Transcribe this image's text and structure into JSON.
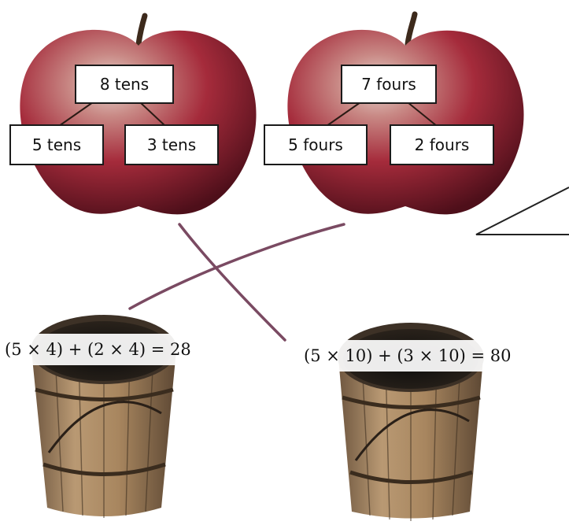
{
  "apples": [
    {
      "whole": "8 tens",
      "left_part": "5 tens",
      "right_part": "3 tens"
    },
    {
      "whole": "7 fours",
      "left_part": "5 fours",
      "right_part": "2 fours"
    }
  ],
  "buckets": [
    {
      "equation": "(5 × 4) + (2 ×  4) = 28"
    },
    {
      "equation": "(5 × 10) + (3 × 10) = 80"
    }
  ],
  "colors": {
    "apple_red": "#b8283a",
    "apple_dark": "#5c1420",
    "apple_highlight": "#d9c2b7",
    "wood": "#a8865f",
    "wood_dark": "#5a4630",
    "match_line": "#7a4a62"
  }
}
